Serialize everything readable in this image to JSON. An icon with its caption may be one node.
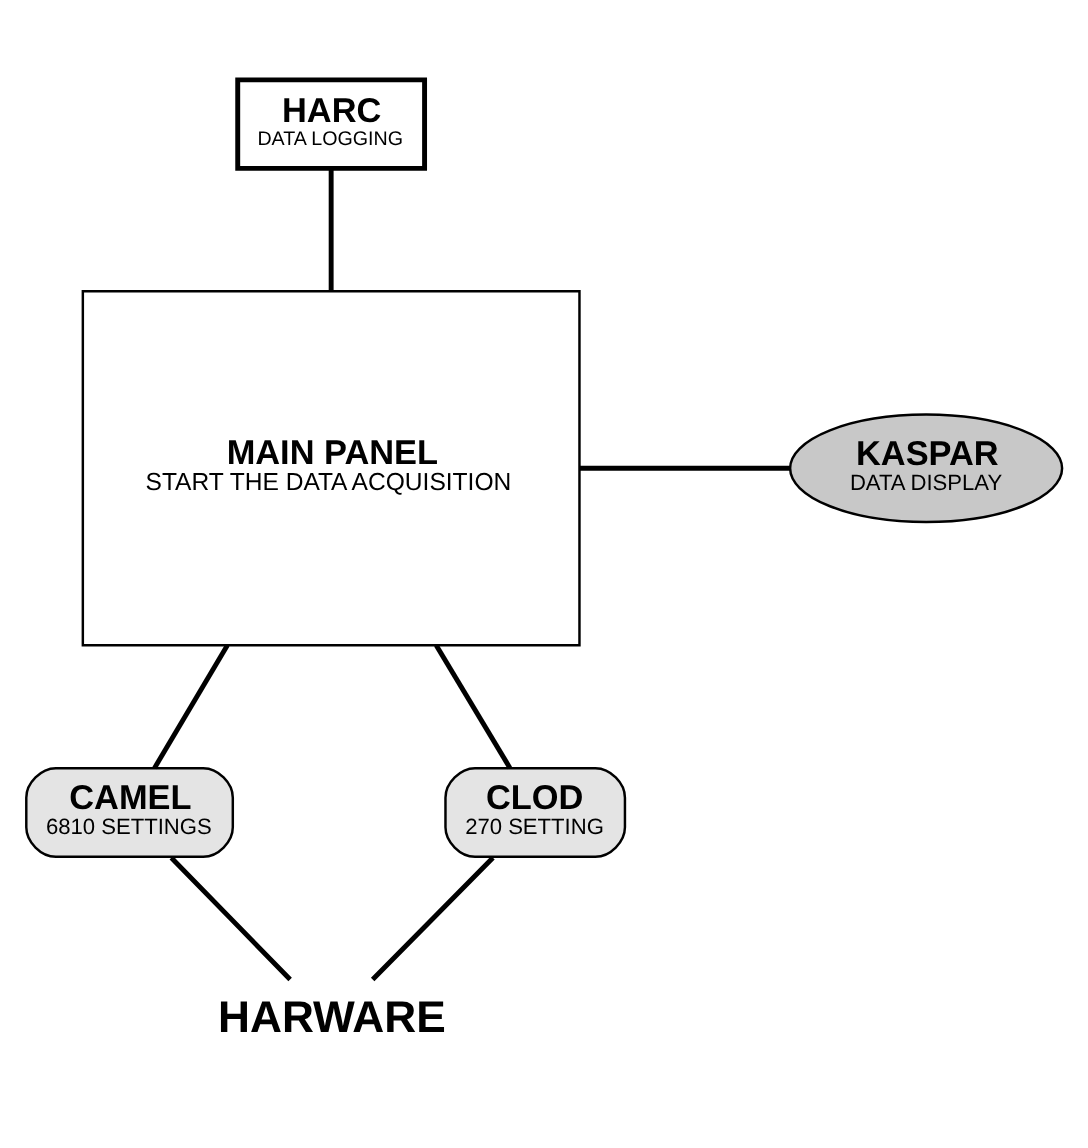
{
  "diagram": {
    "nodes": [
      {
        "text": [
          "HARC",
          "DATA LOGGING"
        ]
      },
      {
        "text": [
          "MAIN PANEL",
          "START THE DATA ACQUISITION"
        ]
      },
      {
        "text": [
          "KASPAR",
          "DATA DISPLAY"
        ]
      },
      {
        "text": [
          "CAMEL",
          "6810 SETTINGS"
        ]
      },
      {
        "text": [
          "CLOD",
          "270 SETTING"
        ]
      },
      {
        "text": [
          "HARWARE"
        ]
      }
    ],
    "edges": [
      {
        "from": 0,
        "to": 1,
        "arrow": "none"
      },
      {
        "from": 1,
        "to": 2,
        "arrow": "none"
      },
      {
        "from": 1,
        "to": 3,
        "arrow": "none"
      },
      {
        "from": 1,
        "to": 4,
        "arrow": "none"
      },
      {
        "from": 3,
        "to": 5,
        "arrow": "none"
      },
      {
        "from": 4,
        "to": 5,
        "arrow": "none"
      }
    ]
  }
}
